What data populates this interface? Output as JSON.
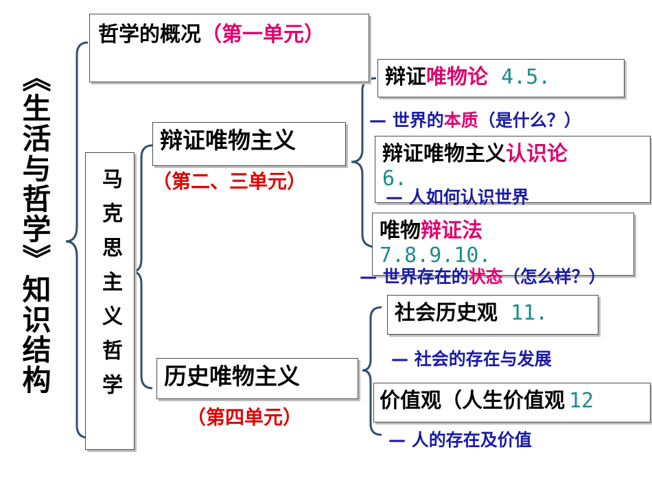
{
  "title": "《生活与哲学》知识结构",
  "colors": {
    "black": "#000000",
    "pink": "#e0006e",
    "red": "#e00000",
    "blue": "#1a1aa8",
    "teal": "#1a8c8c"
  },
  "overview": {
    "text": "哲学的概况",
    "unit": "（第一单元）"
  },
  "marxism": {
    "label": "马克思主义哲学"
  },
  "dialectical": {
    "title": "辩证唯物主义",
    "unit": "（第二、三单元）"
  },
  "historical": {
    "title": "历史唯物主义",
    "unit": "（第四单元）"
  },
  "materialism": {
    "prefix": "辩证",
    "highlight": "唯物论",
    "num": "4.5.",
    "note_dash": "— 世界的",
    "note_key": "本质",
    "note_rest": "（是什么？）"
  },
  "epistemology": {
    "prefix": "辩证唯物主义",
    "highlight": "认识论",
    "num": "6.",
    "note": "— 人如何认识世界"
  },
  "dialectics": {
    "prefix": "唯物",
    "highlight": "辩证法",
    "num": "7.8.9.10.",
    "note_dash": "— 世界存在的",
    "note_key": "状态",
    "note_rest": "（怎么样？）"
  },
  "social_history": {
    "text": "社会历史观",
    "num": "11.",
    "note": "— 社会的存在与发展"
  },
  "values": {
    "text": "价值观（人生价值观",
    "num": "12",
    "note": "— 人的存在及价值"
  }
}
